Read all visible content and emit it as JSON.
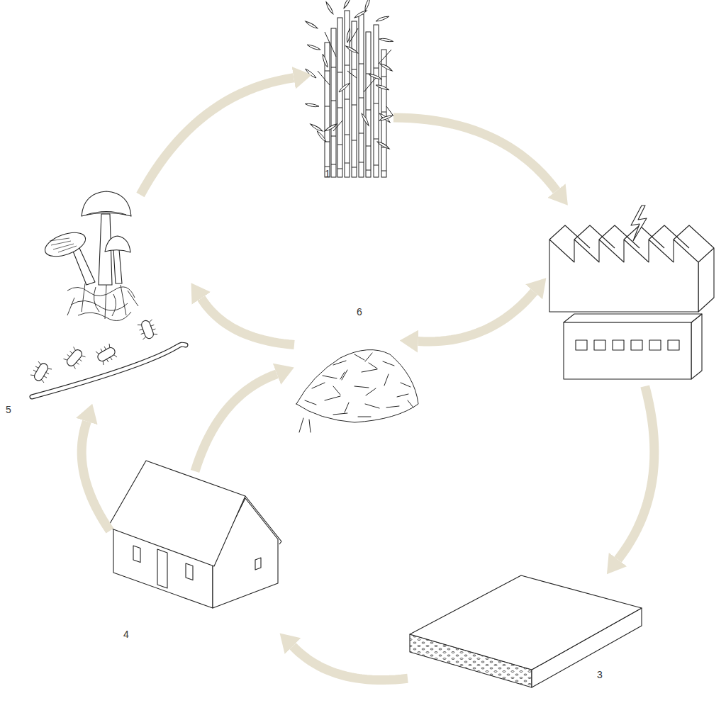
{
  "diagram": {
    "nodes": [
      {
        "text": [
          "1"
        ]
      },
      {
        "text": [
          "5"
        ]
      },
      {
        "text": [
          "6"
        ]
      },
      {
        "text": []
      },
      {
        "text": [
          "4"
        ]
      },
      {
        "text": [
          "3"
        ]
      }
    ],
    "edges": [
      {
        "from": 0,
        "to": 3,
        "arrow": "to"
      },
      {
        "from": 3,
        "to": 2,
        "arrow": "both"
      },
      {
        "from": 3,
        "to": 5,
        "arrow": "to"
      },
      {
        "from": 5,
        "to": 4,
        "arrow": "to"
      },
      {
        "from": 4,
        "to": 1,
        "arrow": "to"
      },
      {
        "from": 4,
        "to": 2,
        "arrow": "to"
      },
      {
        "from": 2,
        "to": 1,
        "arrow": "to"
      },
      {
        "from": 1,
        "to": 0,
        "arrow": "to"
      }
    ]
  }
}
